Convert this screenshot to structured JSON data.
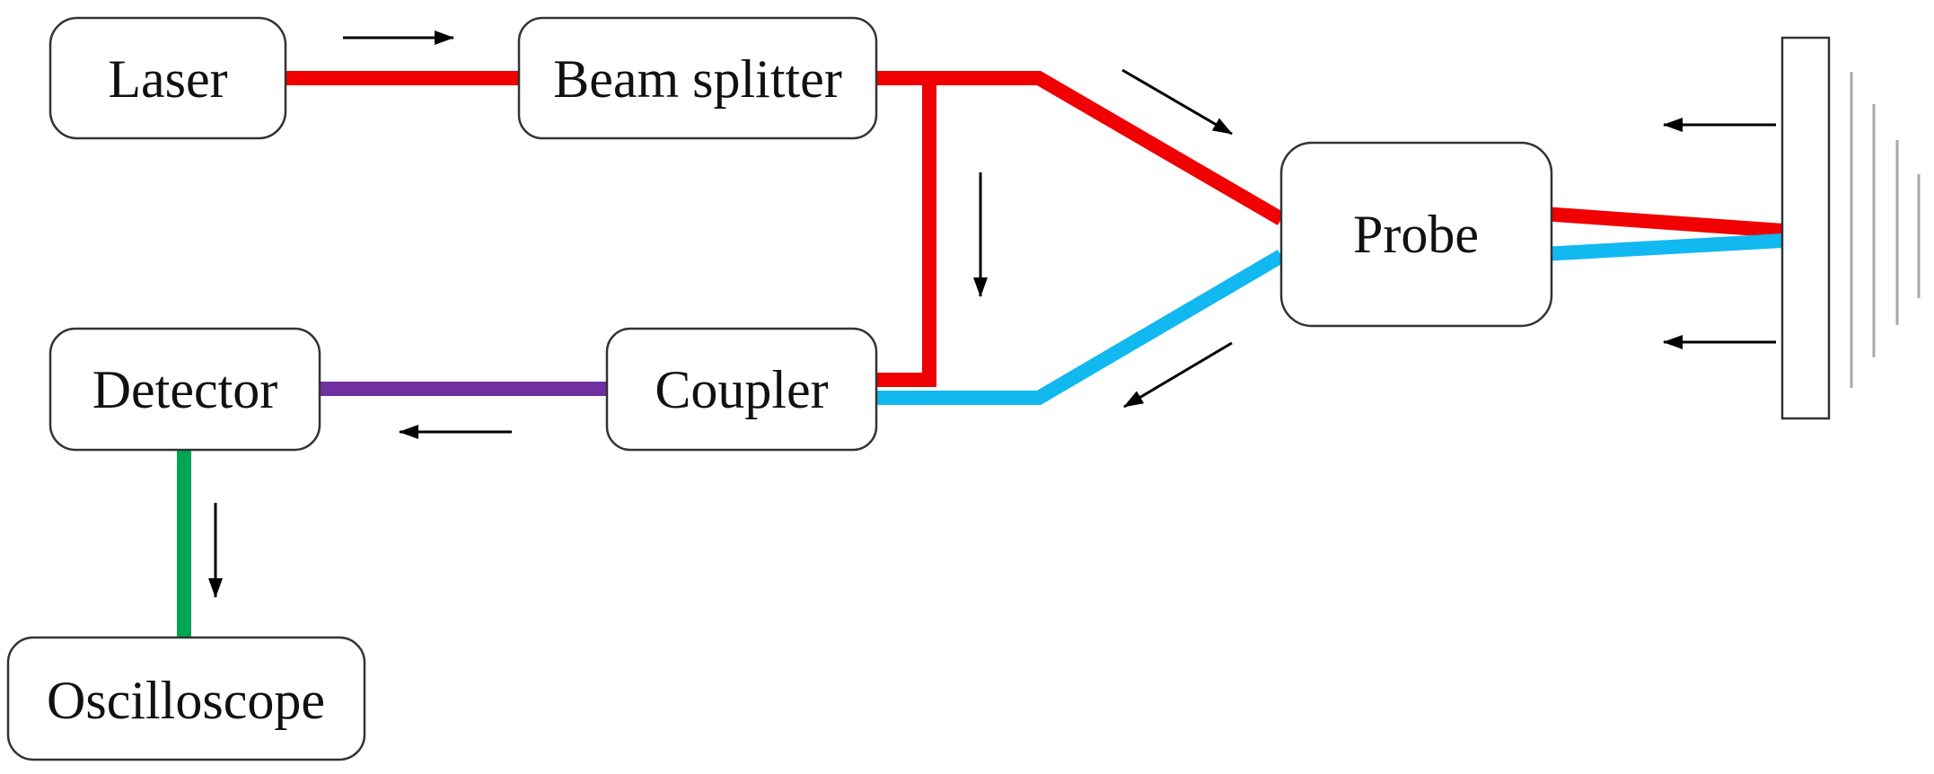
{
  "nodes": {
    "laser": "Laser",
    "beam_splitter": "Beam splitter",
    "probe": "Probe",
    "detector": "Detector",
    "coupler": "Coupler",
    "oscilloscope": "Oscilloscope"
  },
  "colors": {
    "outgoing_beam": "#f00000",
    "reflected_beam": "#12b8f0",
    "interference_signal": "#7030a0",
    "electrical_signal": "#00a651",
    "box_border": "#333333",
    "arrow": "#000000"
  }
}
